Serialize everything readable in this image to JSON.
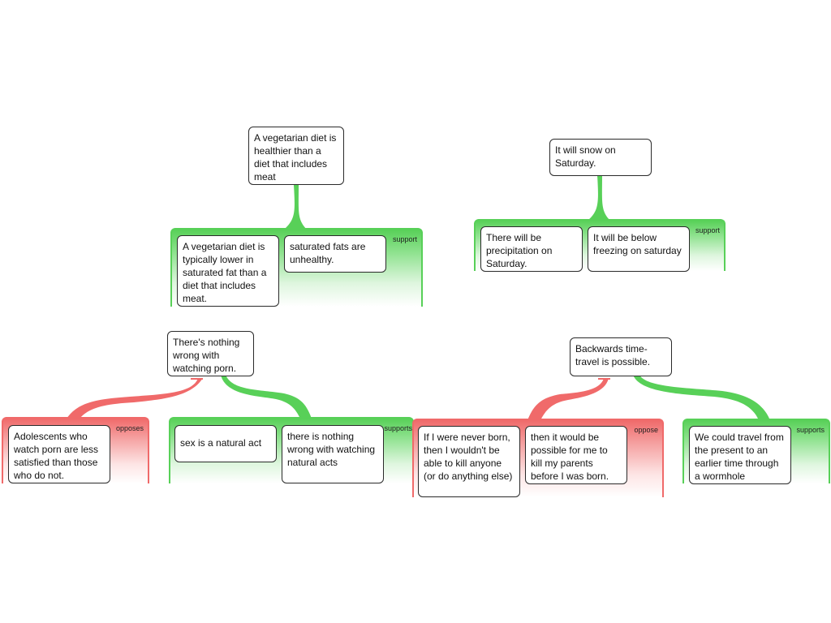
{
  "colors": {
    "support": "#58d058",
    "oppose": "#f06a6a"
  },
  "maps": [
    {
      "claim": "A vegetarian diet is healthier than a diet that includes meat",
      "groups": [
        {
          "type": "support",
          "label": "support",
          "reasons": [
            "A vegetarian diet is typically lower in saturated fat than a diet that includes meat.",
            "saturated fats are unhealthy."
          ]
        }
      ]
    },
    {
      "claim": "It will snow on Saturday.",
      "groups": [
        {
          "type": "support",
          "label": "support",
          "reasons": [
            "There will be precipitation on Saturday.",
            "It will be below freezing on saturday"
          ]
        }
      ]
    },
    {
      "claim": "There's nothing wrong with watching porn.",
      "groups": [
        {
          "type": "oppose",
          "label": "opposes",
          "reasons": [
            "Adolescents who watch porn are less satisfied than those who do not."
          ]
        },
        {
          "type": "support",
          "label": "supports",
          "reasons": [
            "sex is a natural act",
            "there is nothing wrong with watching natural acts"
          ]
        }
      ]
    },
    {
      "claim": "Backwards time-travel is possible.",
      "groups": [
        {
          "type": "oppose",
          "label": "oppose",
          "reasons": [
            "If I were never born, then I wouldn't be able to kill anyone (or do anything else)",
            "then it would be possible for me to kill my parents before I was born."
          ]
        },
        {
          "type": "support",
          "label": "supports",
          "reasons": [
            "We could travel from the present to an earlier time through a wormhole"
          ]
        }
      ]
    }
  ]
}
